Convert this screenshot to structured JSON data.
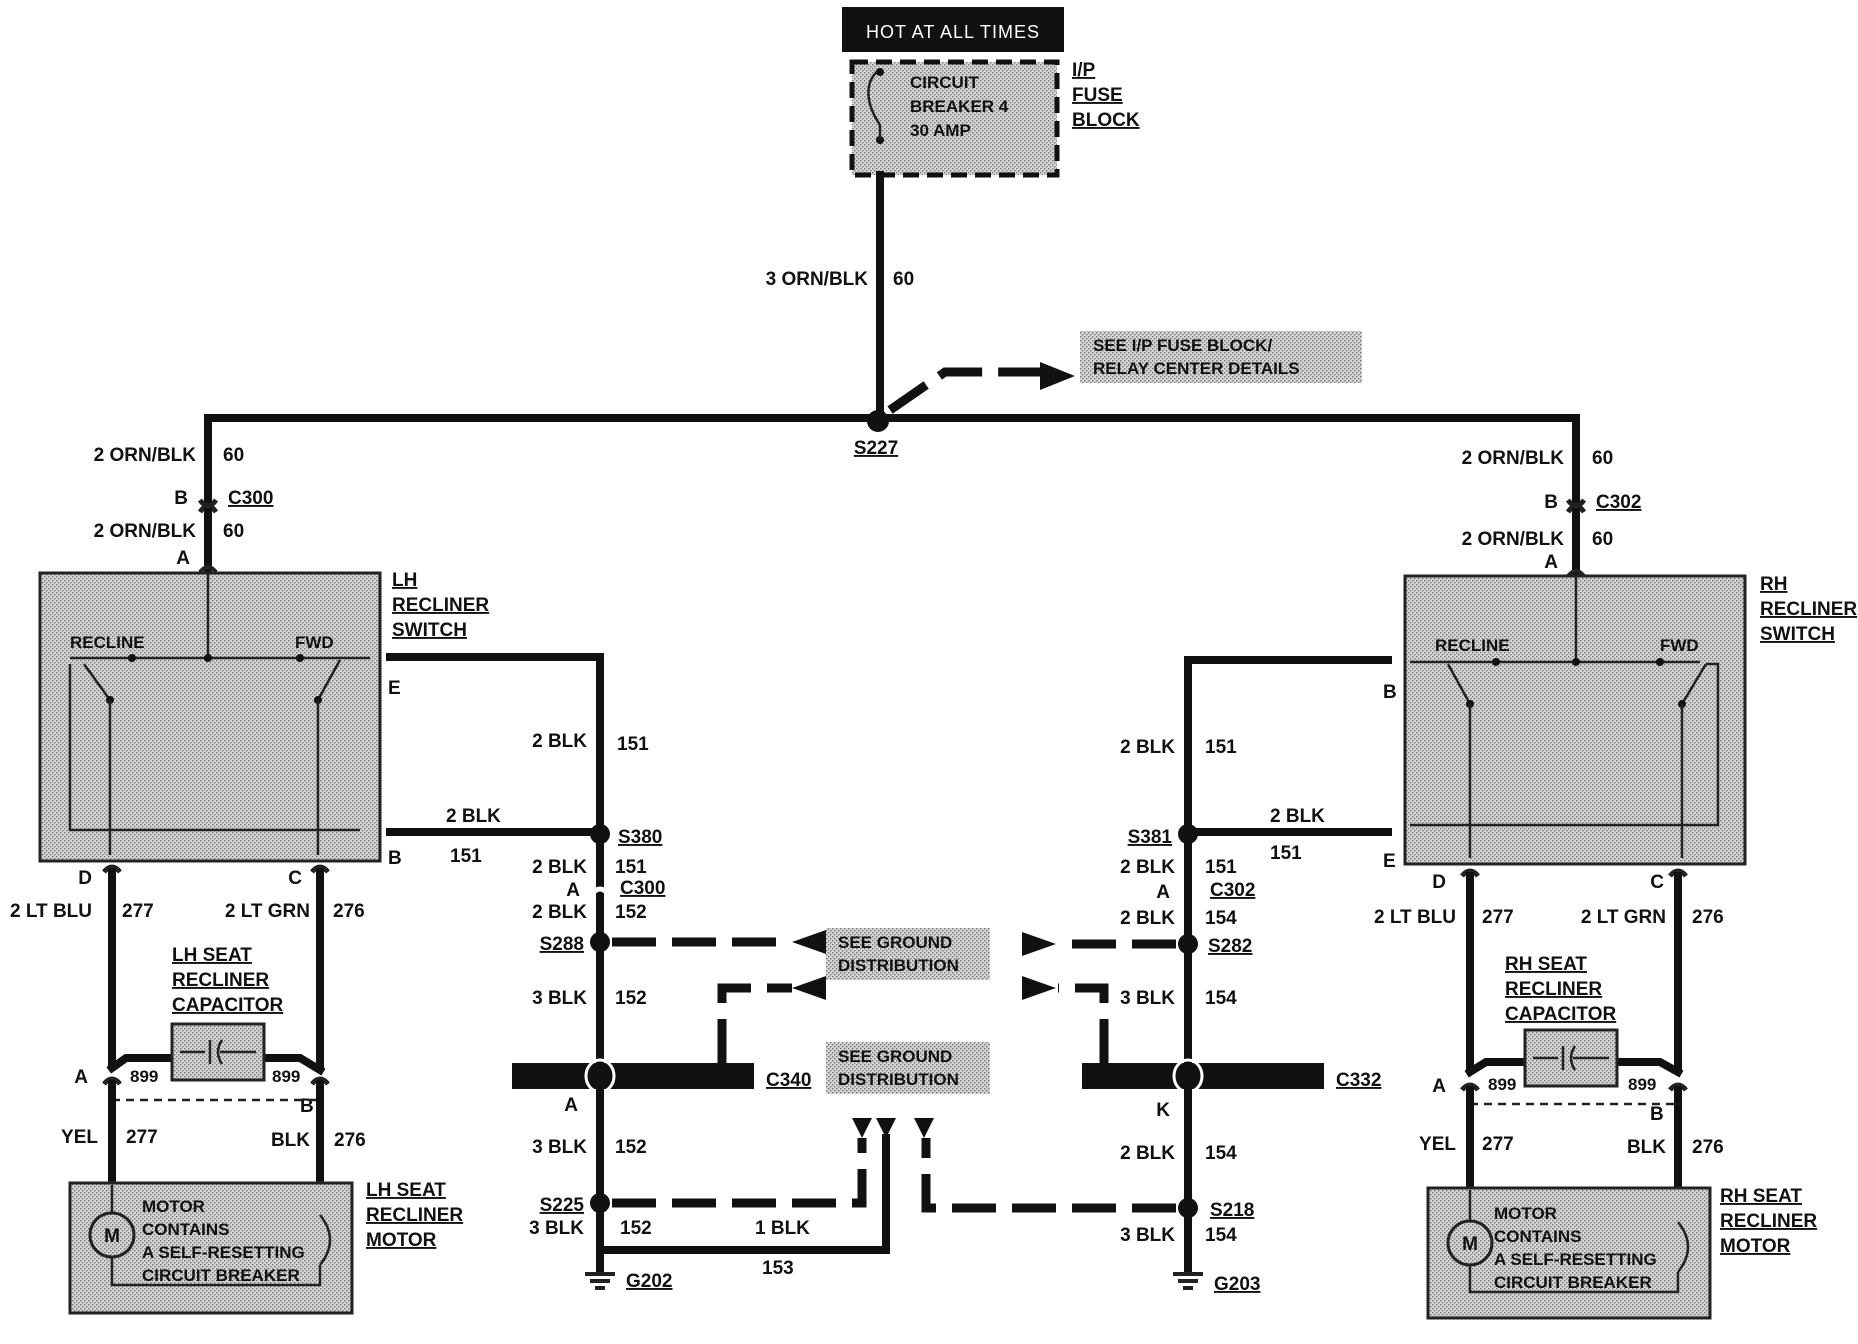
{
  "power": {
    "hot_label": "HOT AT ALL TIMES"
  },
  "fuse_block": {
    "breaker_line1": "CIRCUIT",
    "breaker_line2": "BREAKER 4",
    "breaker_line3": "30 AMP",
    "title_line1": "I/P",
    "title_line2": "FUSE",
    "title_line3": "BLOCK"
  },
  "feed": {
    "gauge_color": "3 ORN/BLK",
    "circuit": "60"
  },
  "note_fuse": {
    "line1": "SEE I/P FUSE BLOCK/",
    "line2": "RELAY CENTER DETAILS"
  },
  "splice_main": "S227",
  "left": {
    "wire_top": "2 ORN/BLK",
    "circuit_top": "60",
    "conn_pin_b": "B",
    "connector": "C300",
    "wire_bot": "2 ORN/BLK",
    "circuit_bot": "60",
    "pin_a": "A",
    "switch_title": [
      "LH",
      "RECLINER",
      "SWITCH"
    ],
    "recline": "RECLINE",
    "fwd": "FWD",
    "pin_e": "E",
    "pin_b": "B",
    "pin_d": "D",
    "pin_c": "C",
    "wire_e": "2 BLK",
    "circuit_e": "151",
    "wire_b": "2 BLK",
    "circuit_b": "151",
    "wire_d": "2 LT BLU",
    "circuit_d": "277",
    "wire_c": "2 LT GRN",
    "circuit_c": "276",
    "cap_title": [
      "LH SEAT",
      "RECLINER",
      "CAPACITOR"
    ],
    "cap_pin_a": "A",
    "cap_pin_b": "B",
    "cap_circuit_a": "899",
    "cap_circuit_b": "899",
    "motor_wire_a": "YEL",
    "motor_circuit_a": "277",
    "motor_wire_b": "BLK",
    "motor_circuit_b": "276",
    "motor_symbol": "M",
    "motor_text": [
      "MOTOR",
      "CONTAINS",
      "A SELF-RESETTING",
      "CIRCUIT BREAKER"
    ],
    "motor_title": [
      "LH SEAT",
      "RECLINER",
      "MOTOR"
    ]
  },
  "right": {
    "wire_top": "2 ORN/BLK",
    "circuit_top": "60",
    "conn_pin_b": "B",
    "connector": "C302",
    "wire_bot": "2 ORN/BLK",
    "circuit_bot": "60",
    "pin_a": "A",
    "switch_title": [
      "RH",
      "RECLINER",
      "SWITCH"
    ],
    "recline": "RECLINE",
    "fwd": "FWD",
    "pin_b": "B",
    "pin_e": "E",
    "pin_d": "D",
    "pin_c": "C",
    "wire_b": "2 BLK",
    "circuit_b": "151",
    "wire_e": "2 BLK",
    "circuit_e": "151",
    "wire_d": "2 LT BLU",
    "circuit_d": "277",
    "wire_c": "2 LT GRN",
    "circuit_c": "276",
    "cap_title": [
      "RH SEAT",
      "RECLINER",
      "CAPACITOR"
    ],
    "cap_pin_a": "A",
    "cap_pin_b": "B",
    "cap_circuit_a": "899",
    "cap_circuit_b": "899",
    "motor_wire_a": "YEL",
    "motor_circuit_a": "277",
    "motor_wire_b": "BLK",
    "motor_circuit_b": "276",
    "motor_symbol": "M",
    "motor_text": [
      "MOTOR",
      "CONTAINS",
      "A SELF-RESETTING",
      "CIRCUIT BREAKER"
    ],
    "motor_title": [
      "RH SEAT",
      "RECLINER",
      "MOTOR"
    ]
  },
  "ground_left": {
    "w1": "2 BLK",
    "c1": "151",
    "splice1": "S380",
    "w2": "2 BLK",
    "c2": "151",
    "pin": "A",
    "connector": "C300",
    "w3": "2 BLK",
    "c3": "152",
    "splice2": "S288",
    "w4": "3 BLK",
    "c4": "152",
    "bar": "C340",
    "bar_pin": "A",
    "w5": "3 BLK",
    "c5": "152",
    "splice3": "S225",
    "w6": "3 BLK",
    "c6": "152",
    "w7": "1 BLK",
    "c7": "153",
    "ground": "G202"
  },
  "ground_right": {
    "w1": "2 BLK",
    "c1": "151",
    "splice1": "S381",
    "w2": "2 BLK",
    "c2": "151",
    "pin": "A",
    "connector": "C302",
    "w3": "2 BLK",
    "c3": "154",
    "splice2": "S282",
    "w4": "3 BLK",
    "c4": "154",
    "bar": "C332",
    "bar_pin": "K",
    "w5": "2 BLK",
    "c5": "154",
    "splice3": "S218",
    "w6": "3 BLK",
    "c6": "154",
    "ground": "G203"
  },
  "note_ground1": {
    "line1": "SEE GROUND",
    "line2": "DISTRIBUTION"
  },
  "note_ground2": {
    "line1": "SEE GROUND",
    "line2": "DISTRIBUTION"
  }
}
